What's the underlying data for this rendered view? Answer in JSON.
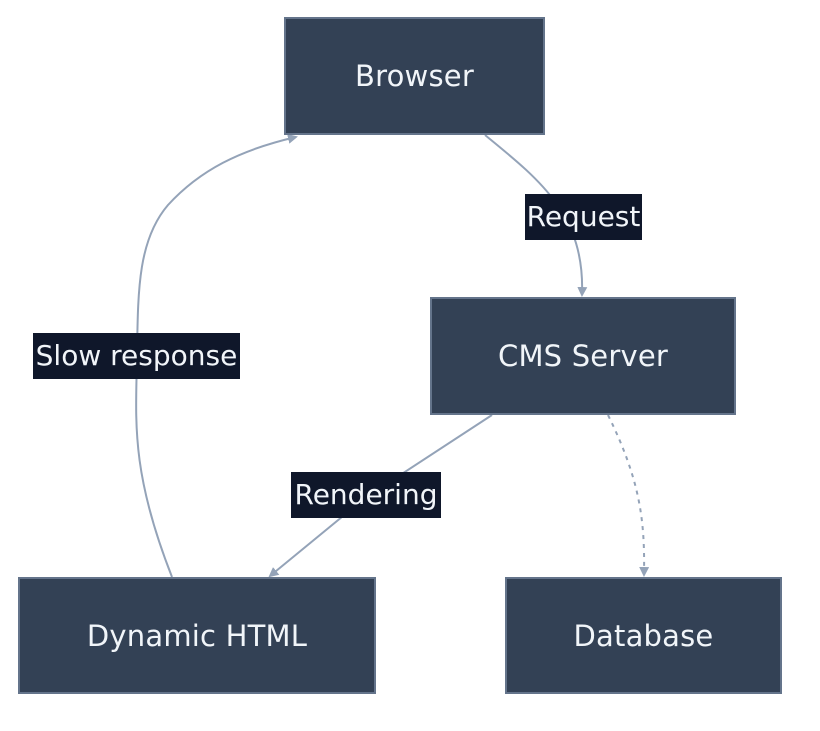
{
  "nodes": {
    "browser": "Browser",
    "cms_server": "CMS Server",
    "dynamic_html": "Dynamic HTML",
    "database": "Database"
  },
  "edges": {
    "request": "Request",
    "rendering": "Rendering",
    "slow_response": "Slow response"
  },
  "colors": {
    "node_fill": "#334155",
    "node_border": "#64748b",
    "edge_line": "#94a3b8",
    "label_bg": "#0f172a",
    "text": "#f1f5f9"
  }
}
